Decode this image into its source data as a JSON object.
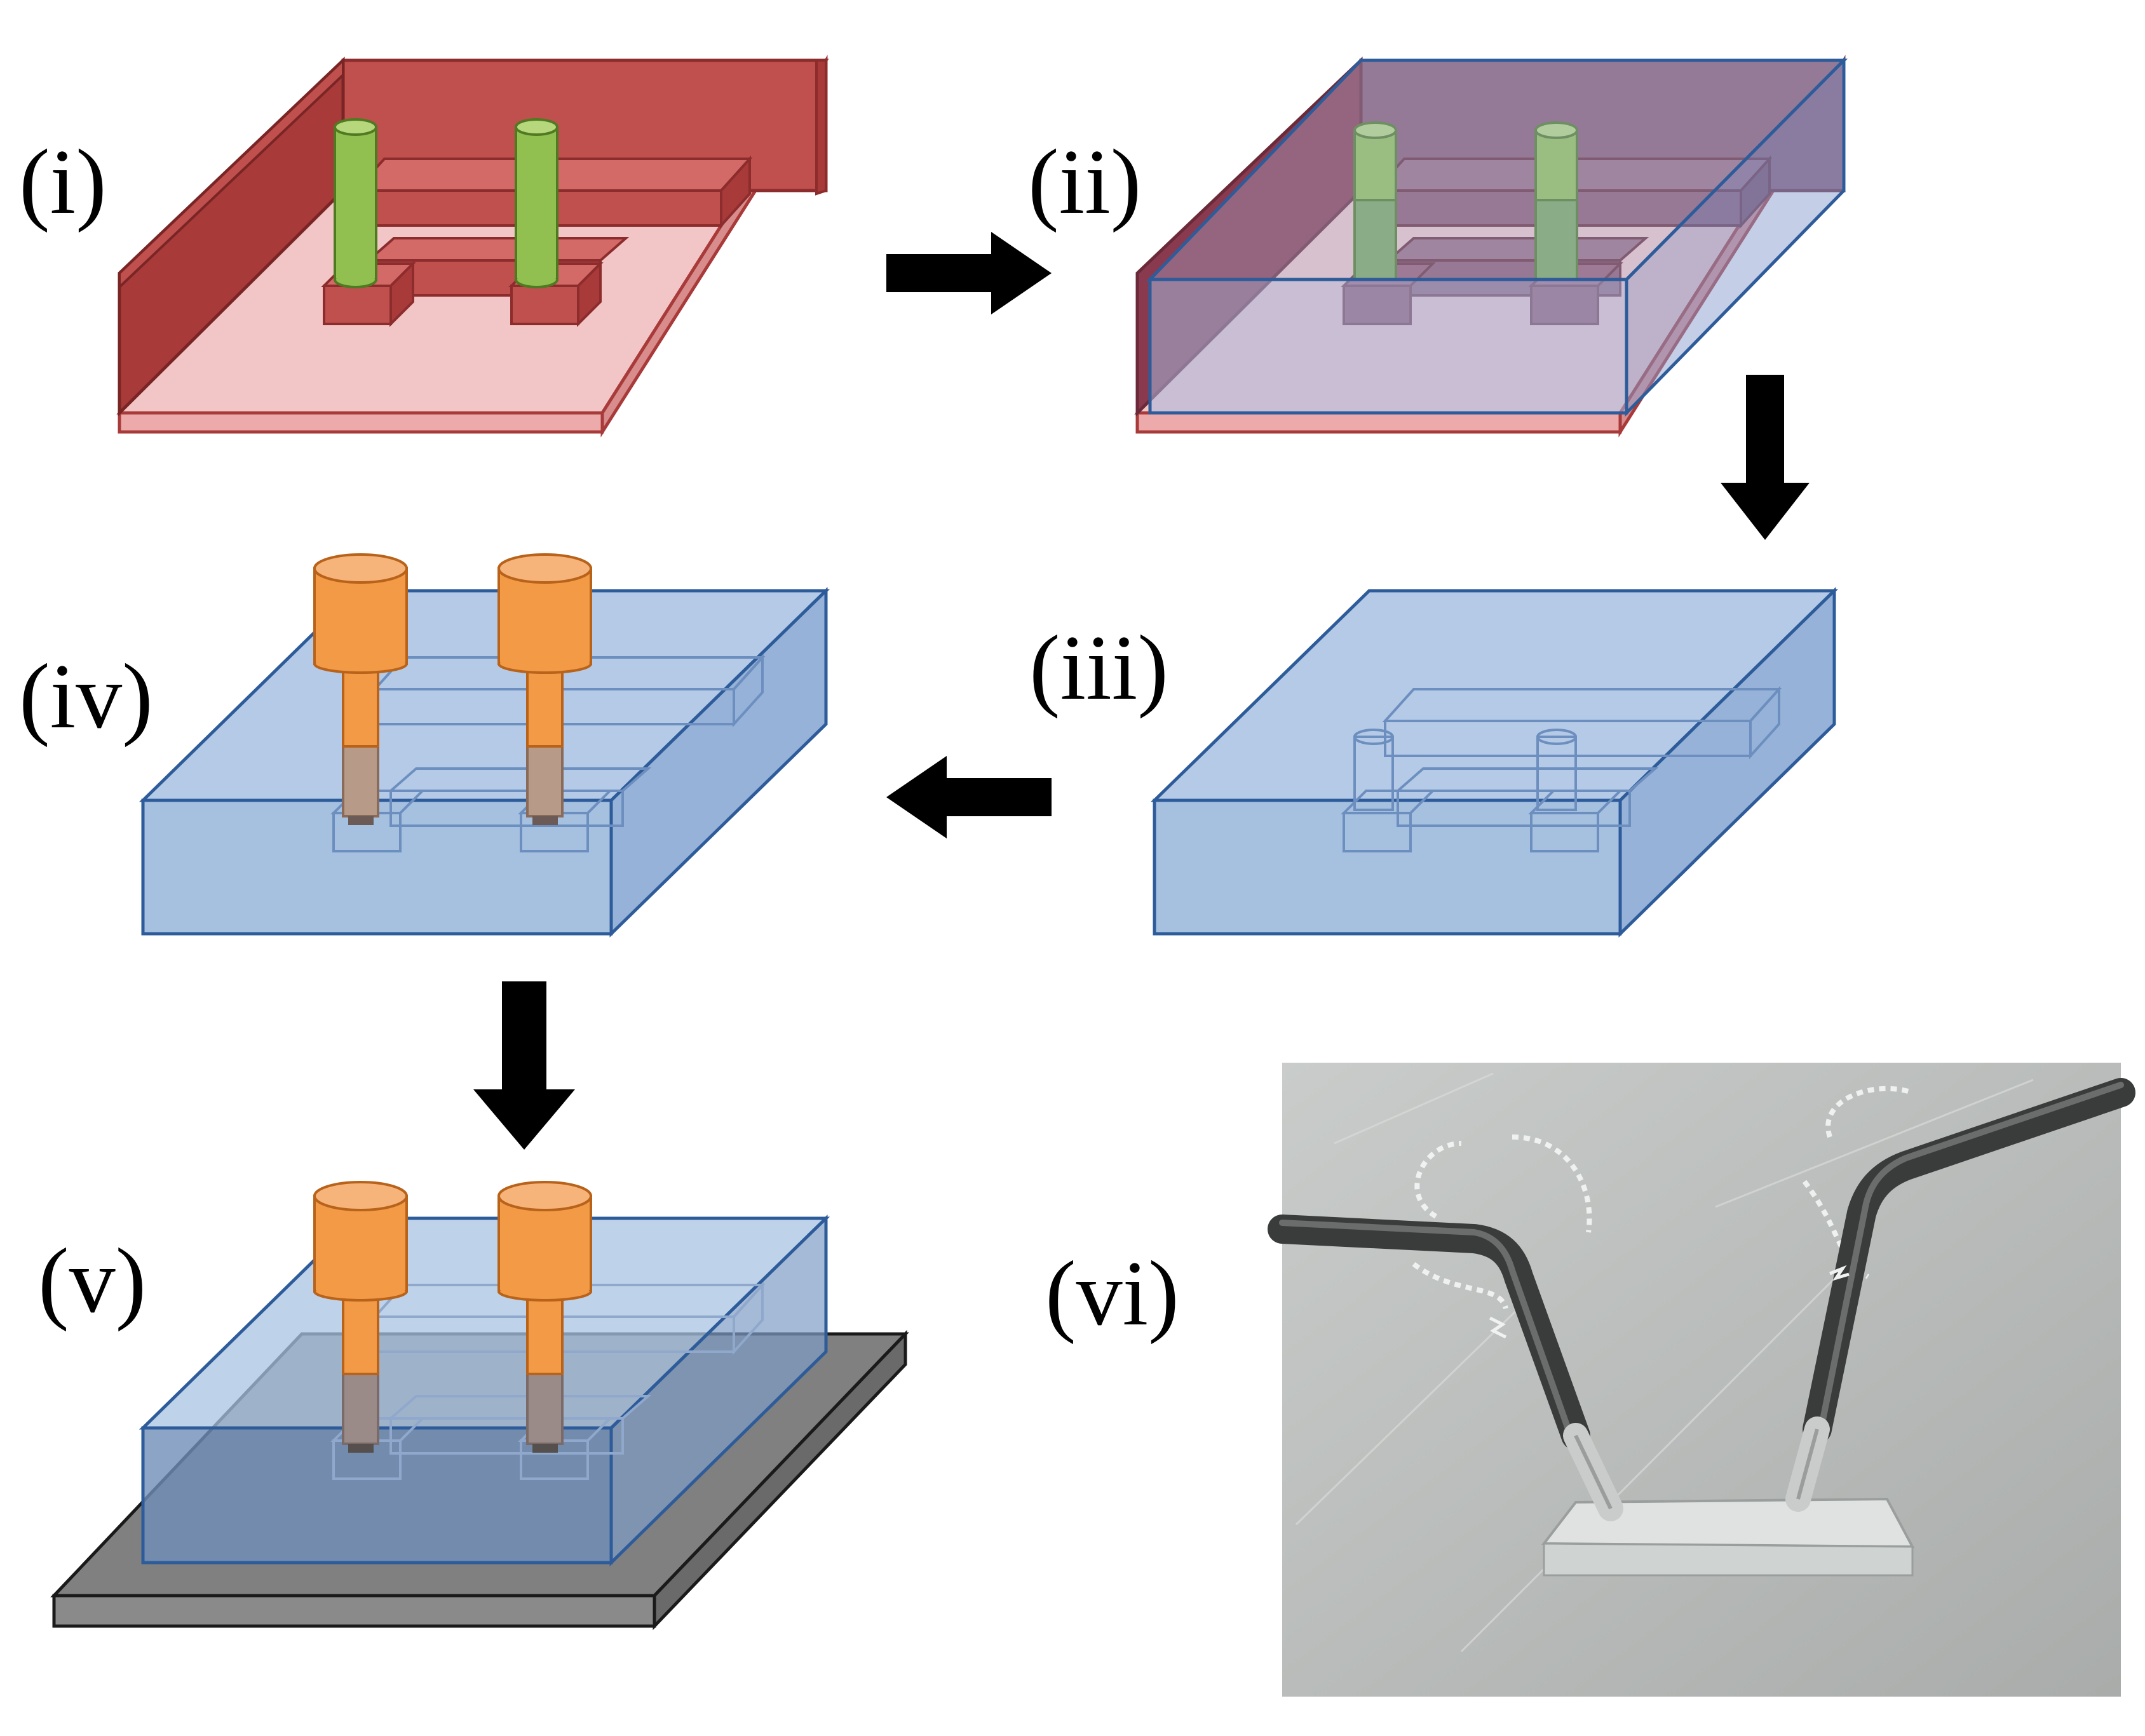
{
  "labels": {
    "step1": "(i)",
    "step2": "(ii)",
    "step3": "(iii)",
    "step4": "(iv)",
    "step5": "(v)",
    "step6": "(vi)"
  },
  "colors": {
    "mold_red": "#c0504d",
    "mold_red_dark": "#a83a3a",
    "mold_floor": "#f2c4c4",
    "pin_green": "#92c050",
    "pdms_blue": "#a8c3e2",
    "pdms_edge": "#2e5c9a",
    "connector_orange": "#f29a46",
    "substrate_gray": "#7f7f7f",
    "arrow_black": "#000000"
  },
  "icons": [
    "arrow-right-icon",
    "arrow-down-icon",
    "arrow-left-icon"
  ]
}
